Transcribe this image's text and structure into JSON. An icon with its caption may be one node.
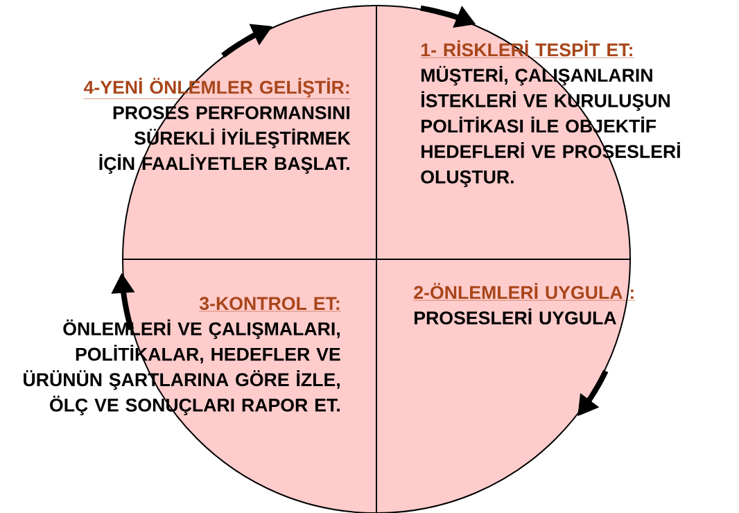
{
  "diagram": {
    "nodes": [
      {
        "text": [],
        "shape": "circle"
      },
      {
        "text": [
          "4-YENİ ÖNLEMLER GELİŞTİR:",
          "PROSES PERFORMANSINI SÜREKLİ İYİLEŞTİRMEK İÇİN FAALİYETLER BAŞLAT."
        ]
      },
      {
        "text": [
          "1- RİSKLERİ TESPİT ET:",
          "MÜŞTERİ, ÇALIŞANLARIN İSTEKLERİ VE KURULUŞUN POLİTİKASI İLE OBJEKTİF HEDEFLERİ VE PROSESLERİ OLUŞTUR."
        ]
      },
      {
        "text": [
          "3-KONTROL ET:",
          "ÖNLEMLERİ VE ÇALIŞMALARI, POLİTİKALAR, HEDEFLER VE ÜRÜNÜN ŞARTLARINA GÖRE İZLE, ÖLÇ VE SONUÇLARI RAPOR ET."
        ]
      },
      {
        "text": [
          "2-ÖNLEMLERİ UYGULA :",
          "PROSESLERİ UYGULA"
        ],
        "in": 0
      }
    ]
  }
}
